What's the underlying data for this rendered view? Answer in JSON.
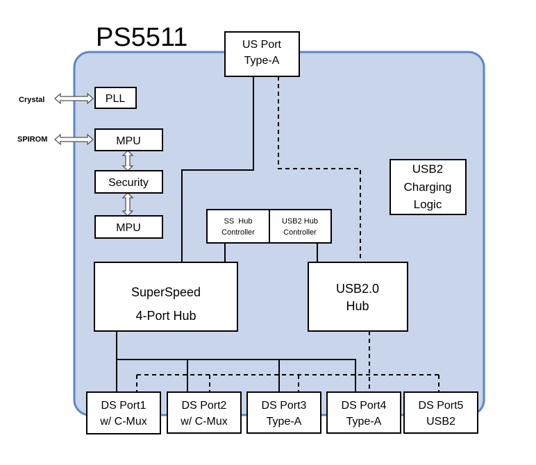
{
  "chip_title": "PS5511",
  "blocks": {
    "us_port": [
      "US Port",
      "Type-A"
    ],
    "pll": [
      "PLL"
    ],
    "mpu_top": [
      "MPU"
    ],
    "security": [
      "Security"
    ],
    "mpu_bottom": [
      "MPU"
    ],
    "usb2_charging": [
      "USB2",
      "Charging",
      "Logic"
    ],
    "ss_hub_controller": [
      "SS  Hub",
      "Controller"
    ],
    "usb2_hub_controller": [
      "USB2 Hub",
      "Controller"
    ],
    "superspeed_hub": [
      "SuperSpeed",
      "4-Port Hub"
    ],
    "usb20_hub": [
      "USB2.0",
      "Hub"
    ],
    "ds_port1": [
      "DS Port1",
      "w/ C-Mux"
    ],
    "ds_port2": [
      "DS Port2",
      "w/ C-Mux"
    ],
    "ds_port3": [
      "DS Port3",
      "Type-A"
    ],
    "ds_port4": [
      "DS Port4",
      "Type-A"
    ],
    "ds_port5": [
      "DS Port5",
      "USB2"
    ]
  },
  "external_labels": {
    "crystal": "Crystal",
    "spirom": "SPIROM"
  },
  "colors": {
    "chip_fill": "#c9d5eb",
    "chip_border": "#5b86c8",
    "box_fill": "#ffffff",
    "line": "#000000"
  }
}
